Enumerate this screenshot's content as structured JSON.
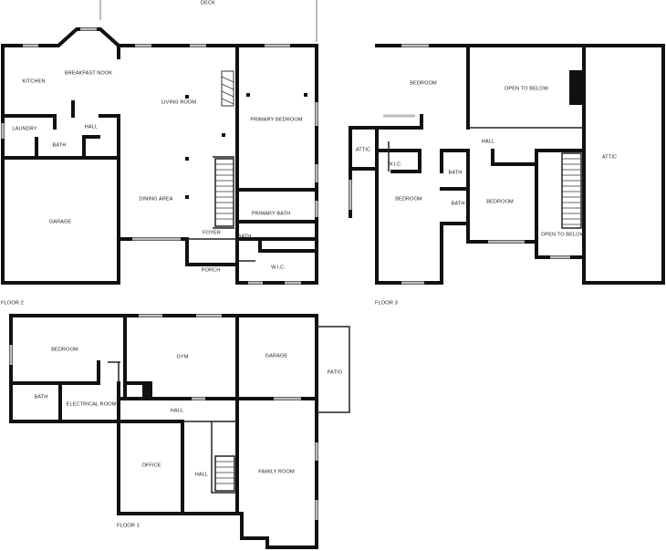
{
  "floors": [
    {
      "label": "FLOOR 2",
      "rooms": [
        "DECK",
        "KITCHEN",
        "BREAKFAST NOOK",
        "LIVING ROOM",
        "PRIMARY BEDROOM",
        "LAUNDRY",
        "HALL",
        "BATH",
        "GARAGE",
        "DINING AREA",
        "PRIMARY BATH",
        "FOYER",
        "BATH",
        "PORCH",
        "W.I.C."
      ]
    },
    {
      "label": "FLOOR 3",
      "rooms": [
        "BEDROOM",
        "OPEN TO BELOW",
        "ATTIC",
        "HALL",
        "ATTIC",
        "W.I.C.",
        "BATH",
        "BEDROOM",
        "BATH",
        "BEDROOM",
        "OPEN TO BELOW"
      ]
    },
    {
      "label": "FLOOR 1",
      "rooms": [
        "BEDROOM",
        "GYM",
        "GARAGE",
        "PATIO",
        "BATH",
        "ELECTRICAL ROOM",
        "HALL",
        "OFFICE",
        "HALL",
        "FAMILY ROOM"
      ]
    }
  ],
  "colors": {
    "wall": "#111111",
    "window": "#bbbbbb",
    "fixture": "#111111"
  }
}
